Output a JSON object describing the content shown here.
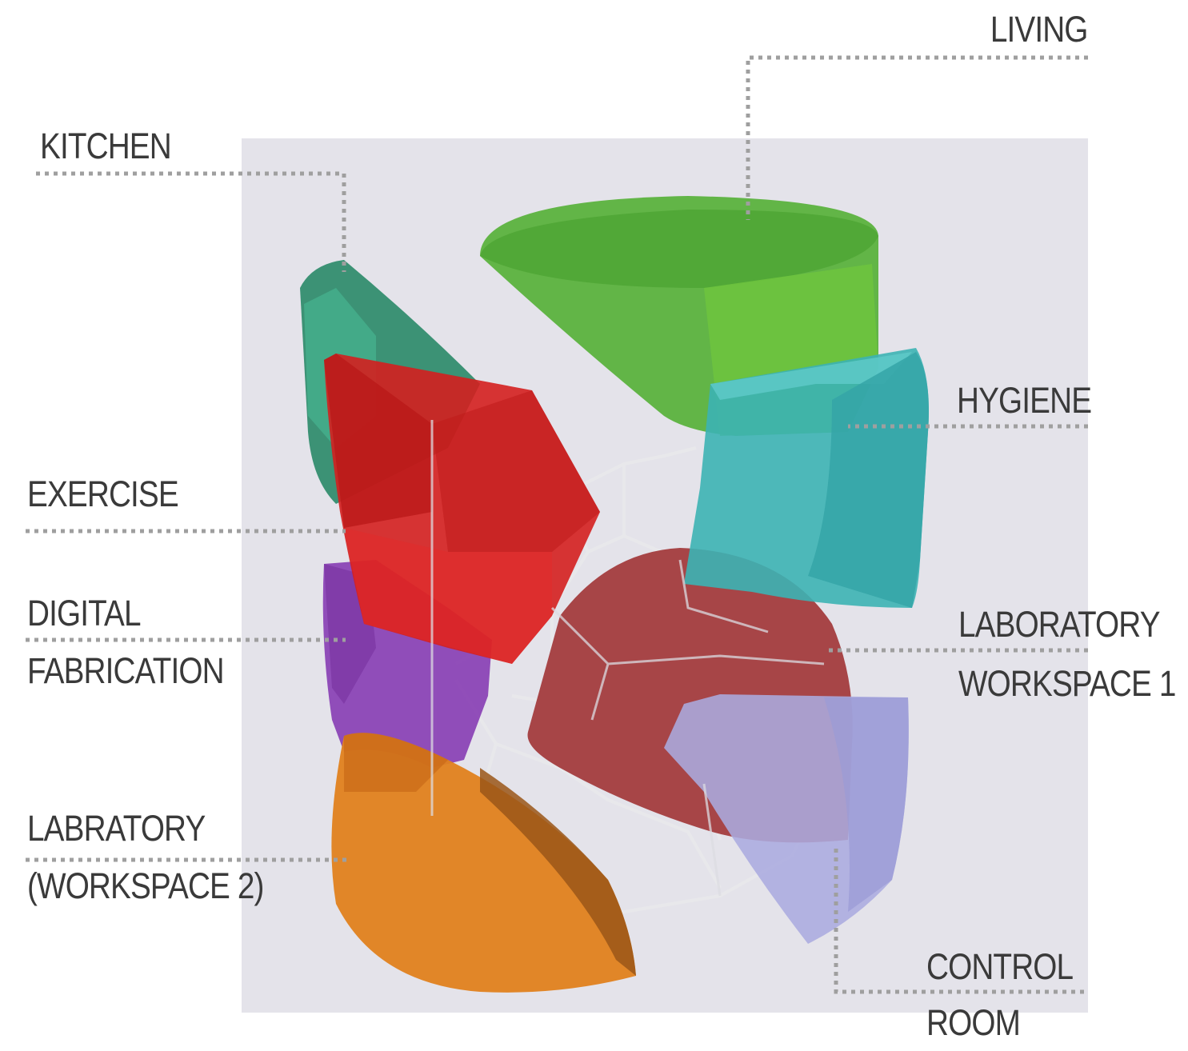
{
  "diagram": {
    "background_color": "#e4e3ea",
    "leader_color": "#a0a0a0",
    "wireframe_color": "#e8e8e8"
  },
  "labels": {
    "living": "LIVING",
    "kitchen": "KITCHEN",
    "hygiene": "HYGIENE",
    "exercise": "EXERCISE",
    "digital_fabrication": [
      "DIGITAL",
      "FABRICATION"
    ],
    "laboratory_workspace_1": [
      "LABORATORY",
      "WORKSPACE 1"
    ],
    "labratory_workspace_2": [
      "LABRATORY",
      "(WORKSPACE 2)"
    ],
    "control_room": [
      "CONTROL",
      "ROOM"
    ]
  },
  "volumes": [
    {
      "id": "living",
      "color": "#5cb83a"
    },
    {
      "id": "kitchen",
      "color": "#2e8b6a"
    },
    {
      "id": "hygiene",
      "color": "#3fb3b5"
    },
    {
      "id": "exercise",
      "color": "#d42020"
    },
    {
      "id": "digital_fabrication",
      "color": "#8e45b8"
    },
    {
      "id": "laboratory_workspace_1",
      "color": "#a84040"
    },
    {
      "id": "labratory_workspace_2",
      "color": "#e0821f"
    },
    {
      "id": "control_room",
      "color": "#a9a9dc"
    }
  ]
}
